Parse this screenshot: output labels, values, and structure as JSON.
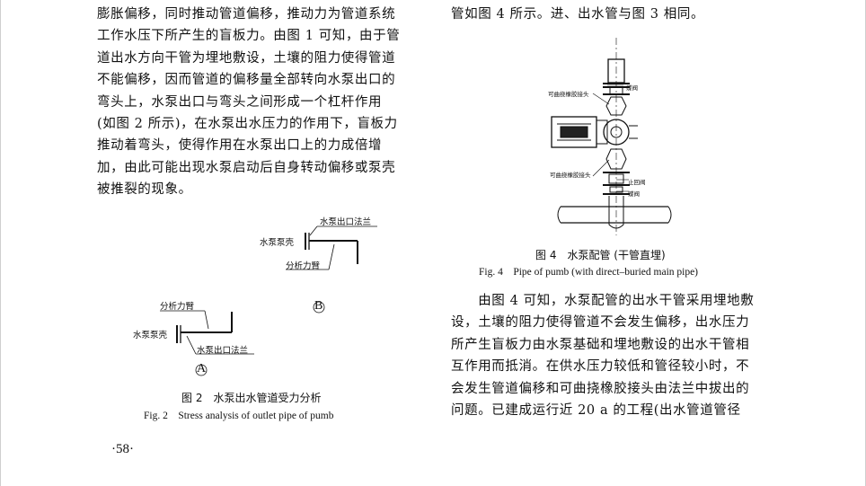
{
  "left_column": {
    "paragraph_lines": [
      "膨胀偏移，同时推动管道偏移，推动力为管道系统",
      "工作水压下所产生的盲板力。由图 1 可知，由于管",
      "道出水方向干管为埋地敷设，土壤的阻力使得管道",
      "不能偏移，因而管道的偏移量全部转向水泵出口的",
      "弯头上，水泵出口与弯头之间形成一个杠杆作用",
      "(如图 2 所示)，在水泵出水压力的作用下，盲板力",
      "推动着弯头，使得作用在水泵出口上的力成倍增",
      "加，由此可能出现水泵启动后自身转动偏移或泵壳",
      "被推裂的现象。"
    ]
  },
  "figure2": {
    "diagram_b": {
      "label_flange": "水泵出口法兰",
      "label_shell": "水泵泵壳",
      "label_arm": "分析力臂",
      "letter": "B"
    },
    "diagram_a": {
      "label_arm": "分析力臂",
      "label_shell": "水泵泵壳",
      "label_flange": "水泵出口法兰",
      "letter": "A"
    },
    "caption_cn": "图 2　水泵出水管道受力分析",
    "caption_en": "Fig. 2　Stress analysis of outlet pipe of pumb"
  },
  "page_number": "·58·",
  "right_column": {
    "top_line": "管如图 4 所示。进、出水管与图 3 相同。",
    "paragraph_lines": [
      "　　由图 4 可知，水泵配管的出水干管采用埋地敷",
      "设，土壤的阻力使得管道不会发生偏移，出水压力",
      "所产生盲板力由水泵基础和埋地敷设的出水干管相",
      "互作用而抵消。在供水压力较低和管径较小时，不",
      "会发生管道偏移和可曲挠橡胶接头由法兰中拔出的",
      "问题。已建成运行近 20 a 的工程(出水管道管径"
    ]
  },
  "figure4": {
    "label_butterfly_top": "蝶阀",
    "label_joint_top": "可曲挠橡胶接头",
    "label_joint_bottom": "可曲挠橡胶接头",
    "label_check_valve": "止回阀",
    "label_butterfly_bottom": "蝶阀",
    "caption_cn": "图 4　水泵配管 (干管直埋)",
    "caption_en": "Fig. 4　Pipe of pumb (with direct–buried main pipe)"
  }
}
